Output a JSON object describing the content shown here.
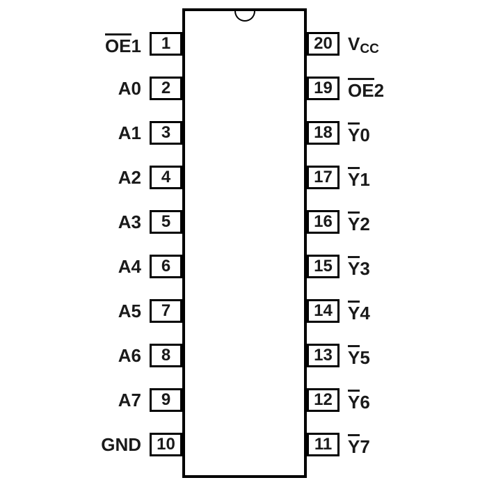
{
  "diagram": {
    "type": "ic-pinout-dip20",
    "package": "20-pin dual in-line",
    "colors": {
      "background": "#ffffff",
      "outline": "#000000",
      "text": "#1a1a1a"
    },
    "left_pins": [
      {
        "number": "1",
        "label": "OE1",
        "segments": [
          {
            "text": "OE",
            "overline": true
          },
          {
            "text": "1"
          }
        ]
      },
      {
        "number": "2",
        "label": "A0",
        "segments": [
          {
            "text": "A0"
          }
        ]
      },
      {
        "number": "3",
        "label": "A1",
        "segments": [
          {
            "text": "A1"
          }
        ]
      },
      {
        "number": "4",
        "label": "A2",
        "segments": [
          {
            "text": "A2"
          }
        ]
      },
      {
        "number": "5",
        "label": "A3",
        "segments": [
          {
            "text": "A3"
          }
        ]
      },
      {
        "number": "6",
        "label": "A4",
        "segments": [
          {
            "text": "A4"
          }
        ]
      },
      {
        "number": "7",
        "label": "A5",
        "segments": [
          {
            "text": "A5"
          }
        ]
      },
      {
        "number": "8",
        "label": "A6",
        "segments": [
          {
            "text": "A6"
          }
        ]
      },
      {
        "number": "9",
        "label": "A7",
        "segments": [
          {
            "text": "A7"
          }
        ]
      },
      {
        "number": "10",
        "label": "GND",
        "segments": [
          {
            "text": "GND"
          }
        ]
      }
    ],
    "right_pins": [
      {
        "number": "20",
        "label": "VCC",
        "segments": [
          {
            "text": "V"
          },
          {
            "text": "CC",
            "subscript": true
          }
        ]
      },
      {
        "number": "19",
        "label": "OE2",
        "segments": [
          {
            "text": "OE",
            "overline": true
          },
          {
            "text": "2"
          }
        ]
      },
      {
        "number": "18",
        "label": "Y0",
        "segments": [
          {
            "text": "Y",
            "overline": true
          },
          {
            "text": "0"
          }
        ]
      },
      {
        "number": "17",
        "label": "Y1",
        "segments": [
          {
            "text": "Y",
            "overline": true
          },
          {
            "text": "1"
          }
        ]
      },
      {
        "number": "16",
        "label": "Y2",
        "segments": [
          {
            "text": "Y",
            "overline": true
          },
          {
            "text": "2"
          }
        ]
      },
      {
        "number": "15",
        "label": "Y3",
        "segments": [
          {
            "text": "Y",
            "overline": true
          },
          {
            "text": "3"
          }
        ]
      },
      {
        "number": "14",
        "label": "Y4",
        "segments": [
          {
            "text": "Y",
            "overline": true
          },
          {
            "text": "4"
          }
        ]
      },
      {
        "number": "13",
        "label": "Y5",
        "segments": [
          {
            "text": "Y",
            "overline": true
          },
          {
            "text": "5"
          }
        ]
      },
      {
        "number": "12",
        "label": "Y6",
        "segments": [
          {
            "text": "Y",
            "overline": true
          },
          {
            "text": "6"
          }
        ]
      },
      {
        "number": "11",
        "label": "Y7",
        "segments": [
          {
            "text": "Y",
            "overline": true
          },
          {
            "text": "7"
          }
        ]
      }
    ]
  }
}
